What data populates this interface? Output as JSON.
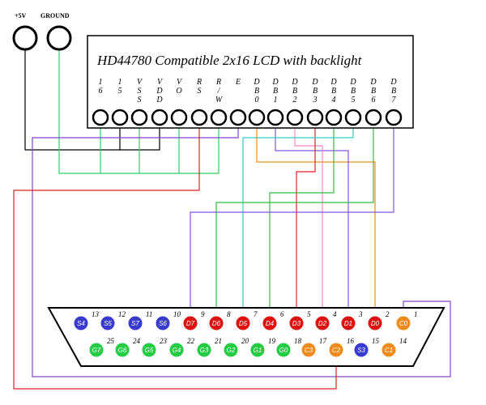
{
  "power": {
    "vcc_label": "+5V",
    "ground_label": "GROUND"
  },
  "lcd": {
    "title": "HD44780 Compatible 2x16 LCD with backlight",
    "pins": [
      {
        "lines": [
          "1",
          "6"
        ]
      },
      {
        "lines": [
          "1",
          "5"
        ]
      },
      {
        "lines": [
          "V",
          "S",
          "S"
        ]
      },
      {
        "lines": [
          "V",
          "D",
          "D"
        ]
      },
      {
        "lines": [
          "V",
          "O"
        ]
      },
      {
        "lines": [
          "R",
          "S"
        ]
      },
      {
        "lines": [
          "R",
          "/",
          "W"
        ]
      },
      {
        "lines": [
          "E"
        ]
      },
      {
        "lines": [
          "D",
          "B",
          "0"
        ]
      },
      {
        "lines": [
          "D",
          "B",
          "1"
        ]
      },
      {
        "lines": [
          "D",
          "B",
          "2"
        ]
      },
      {
        "lines": [
          "D",
          "B",
          "3"
        ]
      },
      {
        "lines": [
          "D",
          "B",
          "4"
        ]
      },
      {
        "lines": [
          "D",
          "B",
          "5"
        ]
      },
      {
        "lines": [
          "D",
          "B",
          "6"
        ]
      },
      {
        "lines": [
          "D",
          "B",
          "7"
        ]
      }
    ]
  },
  "db25": {
    "top_row": [
      {
        "label": "S4",
        "num": "13",
        "group": "S"
      },
      {
        "label": "S5",
        "num": "12",
        "group": "S"
      },
      {
        "label": "S7",
        "num": "11",
        "group": "S"
      },
      {
        "label": "S6",
        "num": "10",
        "group": "S"
      },
      {
        "label": "D7",
        "num": "9",
        "group": "D"
      },
      {
        "label": "D6",
        "num": "8",
        "group": "D"
      },
      {
        "label": "D5",
        "num": "7",
        "group": "D"
      },
      {
        "label": "D4",
        "num": "6",
        "group": "D"
      },
      {
        "label": "D3",
        "num": "5",
        "group": "D"
      },
      {
        "label": "D2",
        "num": "4",
        "group": "D"
      },
      {
        "label": "D1",
        "num": "3",
        "group": "D"
      },
      {
        "label": "D0",
        "num": "2",
        "group": "D"
      },
      {
        "label": "C0",
        "num": "1",
        "group": "C"
      }
    ],
    "bottom_row": [
      {
        "label": "G7",
        "num": "25",
        "group": "G"
      },
      {
        "label": "G6",
        "num": "24",
        "group": "G"
      },
      {
        "label": "G5",
        "num": "23",
        "group": "G"
      },
      {
        "label": "G4",
        "num": "22",
        "group": "G"
      },
      {
        "label": "G3",
        "num": "21",
        "group": "G"
      },
      {
        "label": "G2",
        "num": "20",
        "group": "G"
      },
      {
        "label": "G1",
        "num": "19",
        "group": "G"
      },
      {
        "label": "G0",
        "num": "18",
        "group": "G"
      },
      {
        "label": "C3",
        "num": "17",
        "group": "C"
      },
      {
        "label": "C2",
        "num": "16",
        "group": "C"
      },
      {
        "label": "S3",
        "num": "15",
        "group": "S"
      },
      {
        "label": "C1",
        "num": "14",
        "group": "C"
      }
    ]
  },
  "colors": {
    "S": "#3a3ad0",
    "D": "#e01010",
    "C": "#f08a1a",
    "G": "#22cc44",
    "ground_wire": "#33cc66",
    "wire_purple": "#8844cc",
    "wire_red": "#dd2222",
    "wire_orange": "#e8901c",
    "wire_green": "#33bb44",
    "wire_cyan": "#33cccc",
    "wire_pink": "#ee88cc",
    "wire_violet": "#8855dd",
    "outline": "#000000"
  }
}
